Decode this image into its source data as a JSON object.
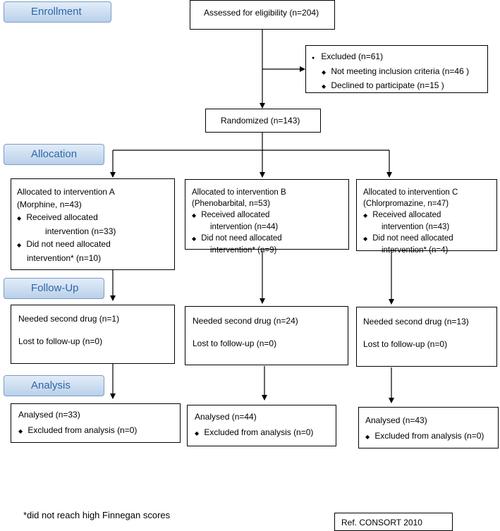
{
  "stages": {
    "enrollment": "Enrollment",
    "allocation": "Allocation",
    "followup": "Follow-Up",
    "analysis": "Analysis"
  },
  "enrollment": {
    "assessed": "Assessed for eligibility (n=204)",
    "excluded": {
      "title": "Excluded  (n=61)",
      "items": [
        "Not meeting inclusion criteria (n=46 )",
        "Declined to participate (n=15 )"
      ]
    },
    "randomized": "Randomized (n=143)"
  },
  "arms": [
    {
      "alloc_title": "Allocated to intervention A",
      "alloc_drug": "(Morphine, n=43)",
      "received_1": "Received allocated",
      "received_2": "intervention (n=33)",
      "notneed_1": "Did not need allocated",
      "notneed_2": "intervention* (n=10)",
      "needed_second": "Needed second drug (n=1)",
      "lost": "Lost to follow-up (n=0)",
      "analysed": "Analysed  (n=33)",
      "excluded_analysis": "Excluded from analysis  (n=0)"
    },
    {
      "alloc_title": "Allocated to intervention B",
      "alloc_drug": "(Phenobarbital, n=53)",
      "received_1": "Received allocated",
      "received_2": "intervention (n=44)",
      "notneed_1": "Did not need allocated",
      "notneed_2": "intervention* (n=9)",
      "needed_second": "Needed second drug (n=24)",
      "lost": "Lost to follow-up (n=0)",
      "analysed": "Analysed  (n=44)",
      "excluded_analysis": "Excluded from analysis  (n=0)"
    },
    {
      "alloc_title": "Allocated to intervention C",
      "alloc_drug": "(Chlorpromazine, n=47)",
      "received_1": "Received allocated",
      "received_2": "intervention (n=43)",
      "notneed_1": "Did not need allocated",
      "notneed_2": "intervention* (n=4)",
      "needed_second": "Needed second drug (n=13)",
      "lost": "Lost to follow-up (n=0)",
      "analysed": "Analysed  (n=43)",
      "excluded_analysis": "Excluded from analysis  (n=0)"
    }
  ],
  "footnote": "*did not reach high Finnegan scores",
  "reference": "Ref. CONSORT 2010"
}
